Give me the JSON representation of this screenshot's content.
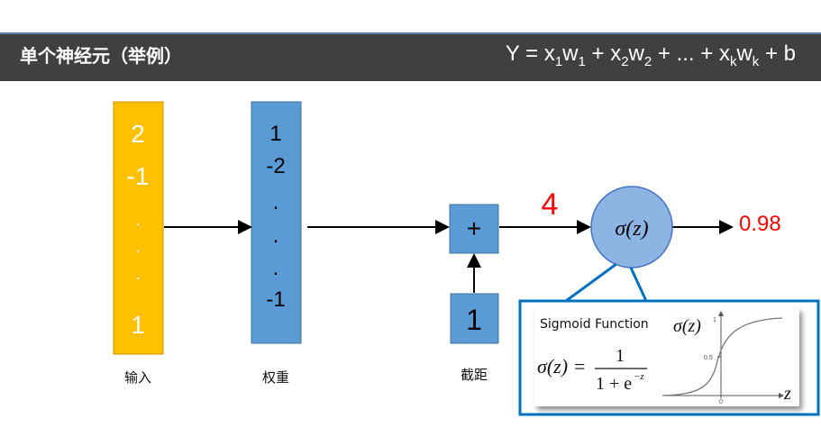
{
  "header": {
    "title": "单个神经元（举例）",
    "formula": {
      "y": "Y = x",
      "s1": "1",
      "w1": "w",
      "s1b": "1",
      "p1": " + x",
      "s2": "2",
      "w2": "w",
      "s2b": "2",
      "p2": " + ... + x",
      "sk": "k",
      "wk": "w",
      "skb": "k",
      "end": " + b"
    }
  },
  "inputs": {
    "values": [
      "2",
      "-1",
      ".",
      ".",
      ".",
      "1"
    ],
    "label": "输入",
    "color": "#FFC000"
  },
  "weights": {
    "values": [
      "1",
      "-2",
      ".",
      ".",
      ".",
      "-1"
    ],
    "label": "权重",
    "color": "#5B9BD5"
  },
  "sum": {
    "symbol": "+",
    "result": "4"
  },
  "bias": {
    "value": "1",
    "label": "截距"
  },
  "activation": {
    "symbol": "σ(z)",
    "output": "0.98"
  },
  "callout": {
    "title": "Sigmoid Function",
    "formula_lhs": "σ(z) =",
    "numerator": "1",
    "denominator": "1 + e",
    "exponent": "−z",
    "plot_ylabel": "σ(z)",
    "tick_1": "1",
    "tick_05": "0.5",
    "tick_0": "0",
    "plot_xlabel": "z"
  },
  "colors": {
    "accent_red": "#FF0000",
    "border_blue": "#0070C0"
  }
}
